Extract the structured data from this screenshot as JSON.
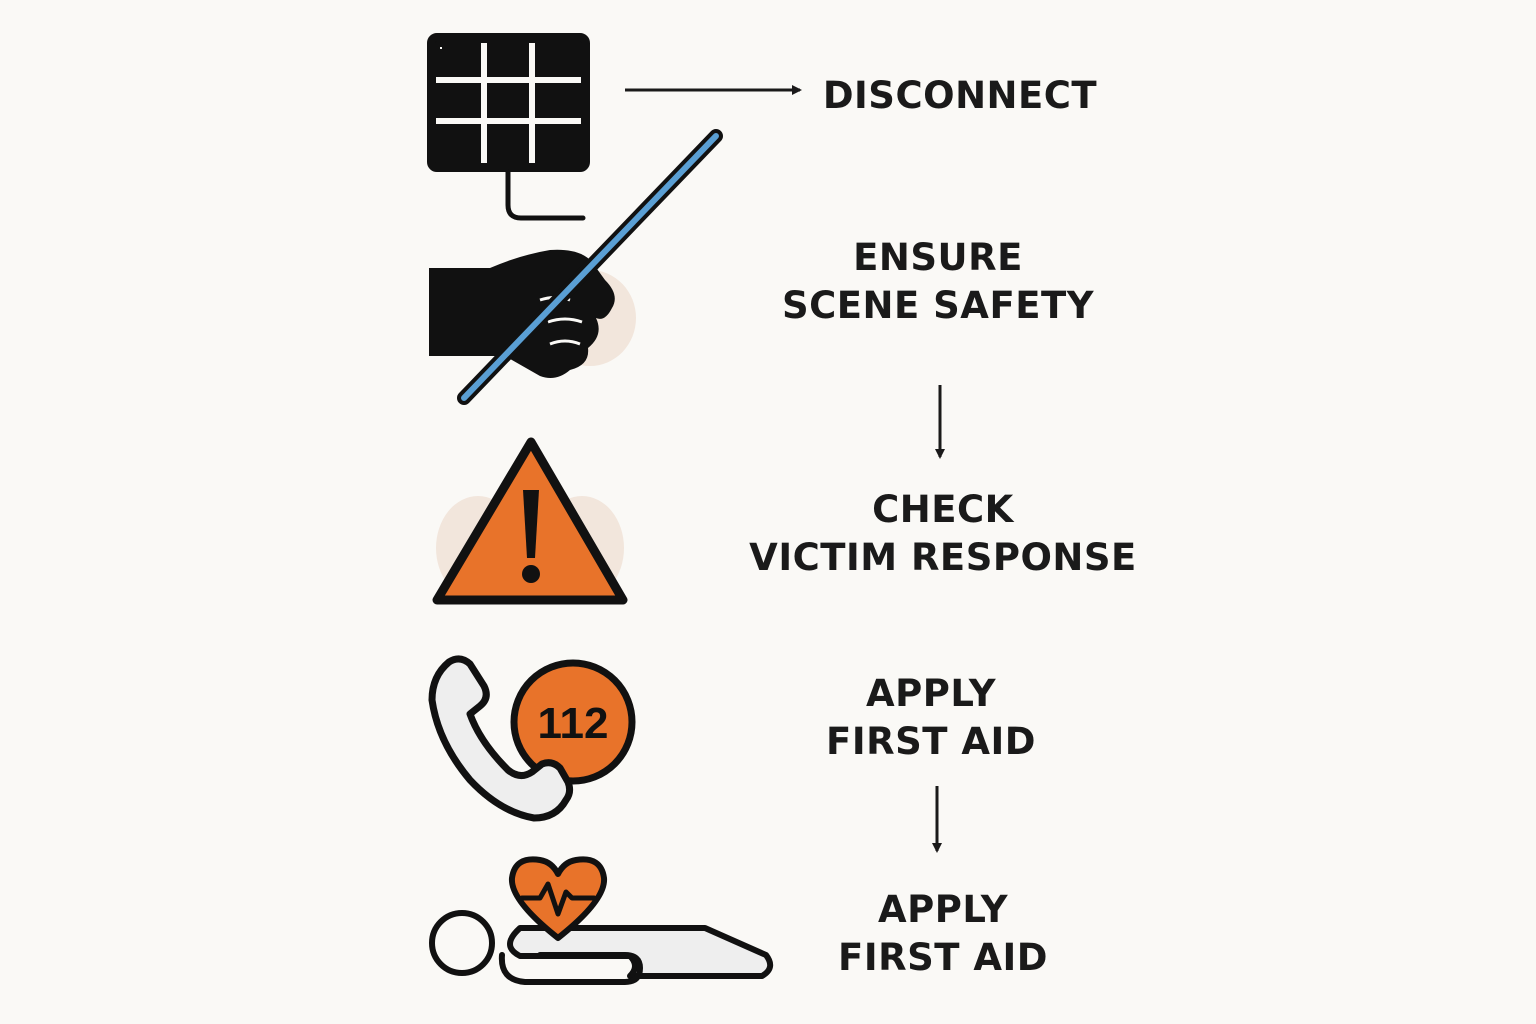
{
  "steps": [
    {
      "lines": [
        "DISCONNECT"
      ]
    },
    {
      "lines": [
        "ENSURE",
        "SCENE SAFETY"
      ]
    },
    {
      "lines": [
        "CHECK",
        "VICTIM RESPONSE"
      ]
    },
    {
      "lines": [
        "APPLY",
        "FIRST AID"
      ]
    },
    {
      "lines": [
        "APPLY",
        "FIRST AID"
      ]
    }
  ],
  "emergency_number": "112",
  "icons": [
    "solar-panel-icon",
    "hand-holding-insulated-stick-icon",
    "warning-triangle-icon",
    "phone-emergency-call-icon",
    "person-lying-heartbeat-icon"
  ],
  "colors": {
    "background": "#faf9f6",
    "ink": "#111111",
    "accent_orange": "#e8732a",
    "stick_blue": "#5a9fd4",
    "skin_glow": "#f2e6dc"
  }
}
